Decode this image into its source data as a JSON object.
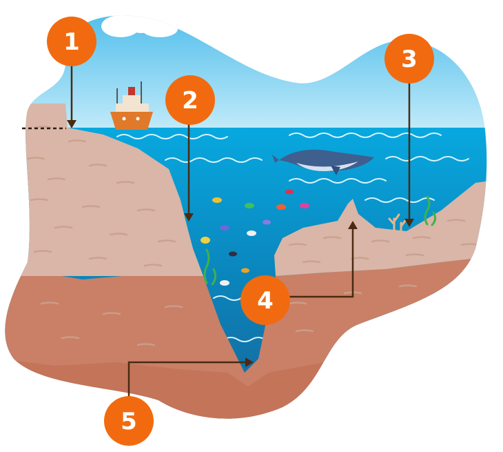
{
  "colors": {
    "badge": "#f26a0f",
    "arrow": "#4a2a12",
    "sky_top": "#5cc8f0",
    "sky_bottom": "#bfe9f8",
    "water_surface": "#0aa3d8",
    "water_mid": "#0b7fb4",
    "water_deep": "#1a6a9a",
    "rock_light": "#d8b4a6",
    "rock_mid": "#c99a86",
    "rock_dark": "#c77a62"
  },
  "callouts": [
    {
      "label": "1"
    },
    {
      "label": "2"
    },
    {
      "label": "3"
    },
    {
      "label": "4"
    },
    {
      "label": "5"
    }
  ]
}
